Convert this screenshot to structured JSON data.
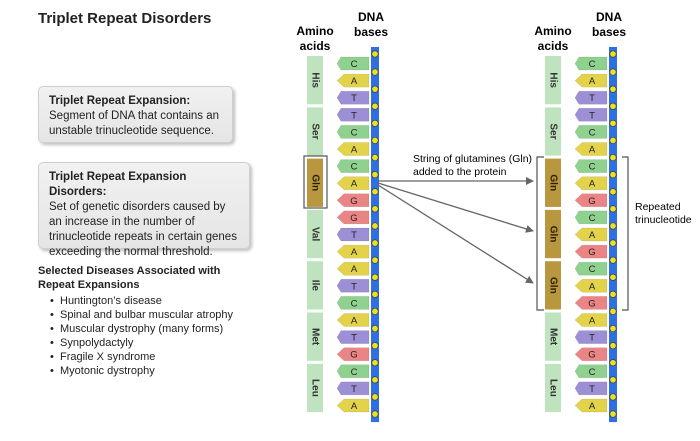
{
  "title": "Triplet Repeat Disorders",
  "box1": {
    "heading": "Triplet Repeat Expansion:",
    "body": "Segment of DNA that contains an unstable trinucleotide sequence."
  },
  "box2": {
    "heading": "Triplet Repeat Expansion Disorders:",
    "body": "Set of genetic disorders caused by an increase in the number of trinucleotide repeats in certain genes exceeding the normal threshold."
  },
  "diseases": {
    "heading": "Selected Diseases Associated with Repeat Expansions",
    "items": [
      "Huntington’s disease",
      "Spinal and bulbar muscular atrophy",
      "Muscular dystrophy (many forms)",
      "Synpolydactyly",
      "Fragile X syndrome",
      "Myotonic dystrophy"
    ]
  },
  "headers": {
    "amino_line1": "Amino",
    "amino_line2": "acids",
    "dna_line1": "DNA",
    "dna_line2": "bases"
  },
  "annotations": {
    "gln_string": "String of glutamines (Gln) added to the protein",
    "repeated": "Repeated trinucleotide"
  },
  "colors": {
    "C": "#8fd18f",
    "A": "#e3d34a",
    "T": "#9d8fd6",
    "G": "#eb8585",
    "amino": "#bfe3bf",
    "gln": "#b8973f",
    "backbone": "#2f6fe0",
    "node": "#e8e02a"
  },
  "left_strand": {
    "bases": [
      "C",
      "A",
      "T",
      "T",
      "C",
      "A",
      "C",
      "A",
      "G",
      "G",
      "T",
      "A",
      "A",
      "T",
      "C",
      "A",
      "T",
      "G",
      "C",
      "T",
      "A"
    ],
    "amino_acids": [
      {
        "name": "His",
        "start": 0
      },
      {
        "name": "Ser",
        "start": 3
      },
      {
        "name": "Gln",
        "start": 6,
        "highlight": true
      },
      {
        "name": "Val",
        "start": 9
      },
      {
        "name": "Ile",
        "start": 12
      },
      {
        "name": "Met",
        "start": 15
      },
      {
        "name": "Leu",
        "start": 18
      }
    ]
  },
  "right_strand": {
    "bases": [
      "C",
      "A",
      "T",
      "T",
      "C",
      "A",
      "C",
      "A",
      "G",
      "C",
      "A",
      "G",
      "C",
      "A",
      "G",
      "A",
      "T",
      "G",
      "C",
      "T",
      "A"
    ],
    "amino_acids": [
      {
        "name": "His",
        "start": 0
      },
      {
        "name": "Ser",
        "start": 3
      },
      {
        "name": "Gln",
        "start": 6,
        "highlight": true
      },
      {
        "name": "Gln",
        "start": 9,
        "highlight": true
      },
      {
        "name": "Gln",
        "start": 12,
        "highlight": true
      },
      {
        "name": "Met",
        "start": 15
      },
      {
        "name": "Leu",
        "start": 18
      }
    ]
  }
}
